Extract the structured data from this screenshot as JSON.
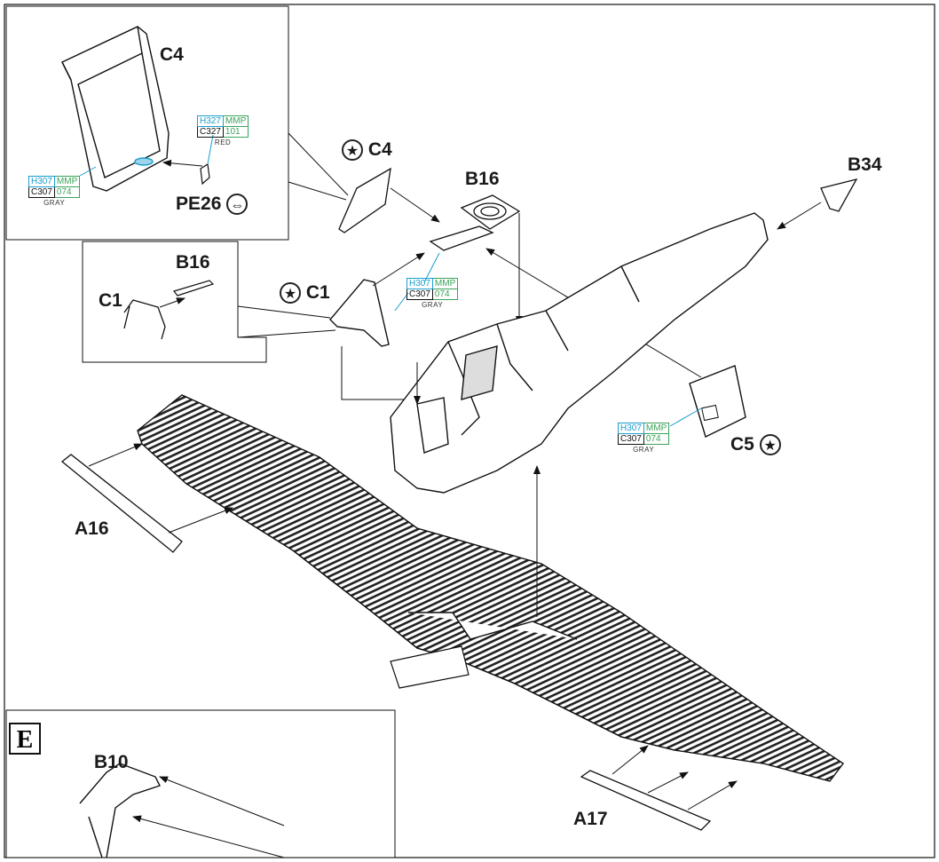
{
  "labels": {
    "c4_inset": "C4",
    "pe26": "PE26",
    "c4_main": "C4",
    "b16_main": "B16",
    "b34": "B34",
    "b16_inset": "B16",
    "c1_inset": "C1",
    "c1_main": "C1",
    "c5": "C5",
    "a16": "A16",
    "a17": "A17",
    "b10": "B10",
    "step_e": "E"
  },
  "paints": {
    "p1": {
      "h": "H327",
      "m": "MMP",
      "c": "C327",
      "n": "101",
      "cap": "RED"
    },
    "p2": {
      "h": "H307",
      "m": "MMP",
      "c": "C307",
      "n": "074",
      "cap": "GRAY"
    },
    "p3": {
      "h": "H307",
      "m": "MMP",
      "c": "C307",
      "n": "074",
      "cap": "GRAY"
    },
    "p4": {
      "h": "H307",
      "m": "MMP",
      "c": "C307",
      "n": "074",
      "cap": "GRAY"
    }
  },
  "symbols": {
    "star": "★",
    "photoetch": "⇔"
  },
  "colors": {
    "hobby_color": "#1a9ecf",
    "mmp_color": "#3aa35a",
    "line": "#1a1a1a"
  }
}
